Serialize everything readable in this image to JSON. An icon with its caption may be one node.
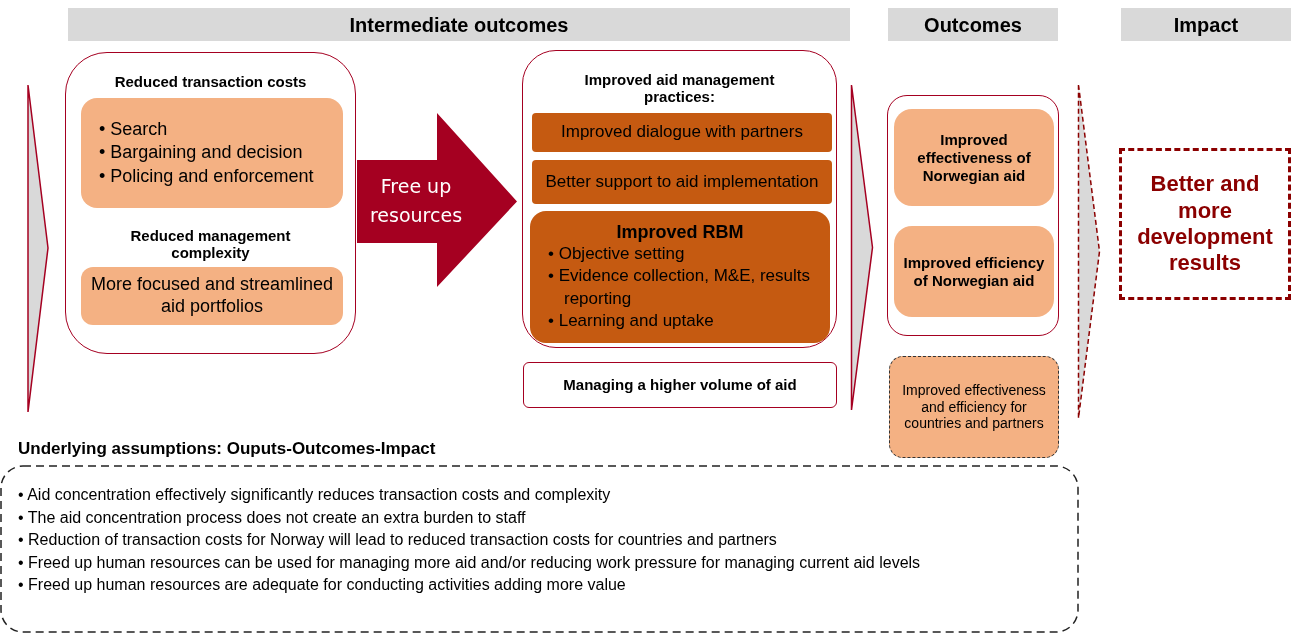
{
  "diagram": {
    "nodes": [
      {
        "text": [
          "Intermediate outcomes"
        ]
      },
      {
        "text": [
          "Outcomes"
        ]
      },
      {
        "text": [
          "Impact"
        ]
      },
      {
        "text": [
          "Reduced transaction costs",
          "Reduced management complexity"
        ]
      },
      {
        "text": [
          "• Search",
          "• Bargaining and decision",
          "• Policing and enforcement"
        ],
        "in": 3
      },
      {
        "text": [
          "More focused and streamlined aid portfolios"
        ],
        "in": 3
      },
      {
        "text": [
          "Improved aid management practices:"
        ]
      },
      {
        "text": [
          "Improved dialogue with partners"
        ],
        "in": 6
      },
      {
        "text": [
          "Better support to aid implementation"
        ],
        "in": 6
      },
      {
        "text": [
          "Improved RBM",
          "• Objective setting",
          "• Evidence collection, M&E, results reporting",
          "• Learning and uptake"
        ],
        "in": 6
      },
      {
        "text": [
          "Managing a higher volume of aid"
        ]
      },
      {
        "text": [],
        "shape": "box"
      },
      {
        "text": [
          "Improved effectiveness of Norwegian aid"
        ],
        "in": 11
      },
      {
        "text": [
          "Improved efficiency of Norwegian aid"
        ],
        "in": 11
      },
      {
        "text": [
          "Improved effectiveness and efficiency for countries and partners"
        ]
      },
      {
        "text": [
          "Better and more development results"
        ]
      },
      {
        "text": [
          "Underlying assumptions: Ouputs-Outcomes-Impact",
          "• Aid concentration effectively significantly reduces transaction costs and complexity",
          "• The aid concentration process does not create an extra burden to staff",
          "• Reduction of transaction costs for Norway will lead to reduced transaction costs for countries and partners",
          "• Freed up human resources can be used for managing more aid and/or reducing work pressure for managing current aid levels",
          "• Freed up human resources are adequate for conducting activities adding more value"
        ]
      }
    ],
    "edges": [
      {
        "from": 3,
        "to": 6,
        "arrow": "to",
        "label": "Free up resources"
      },
      {
        "from": 6,
        "to": 11,
        "arrow": "to"
      },
      {
        "from": 11,
        "to": 15,
        "arrow": "to",
        "style": "dashed"
      }
    ]
  }
}
